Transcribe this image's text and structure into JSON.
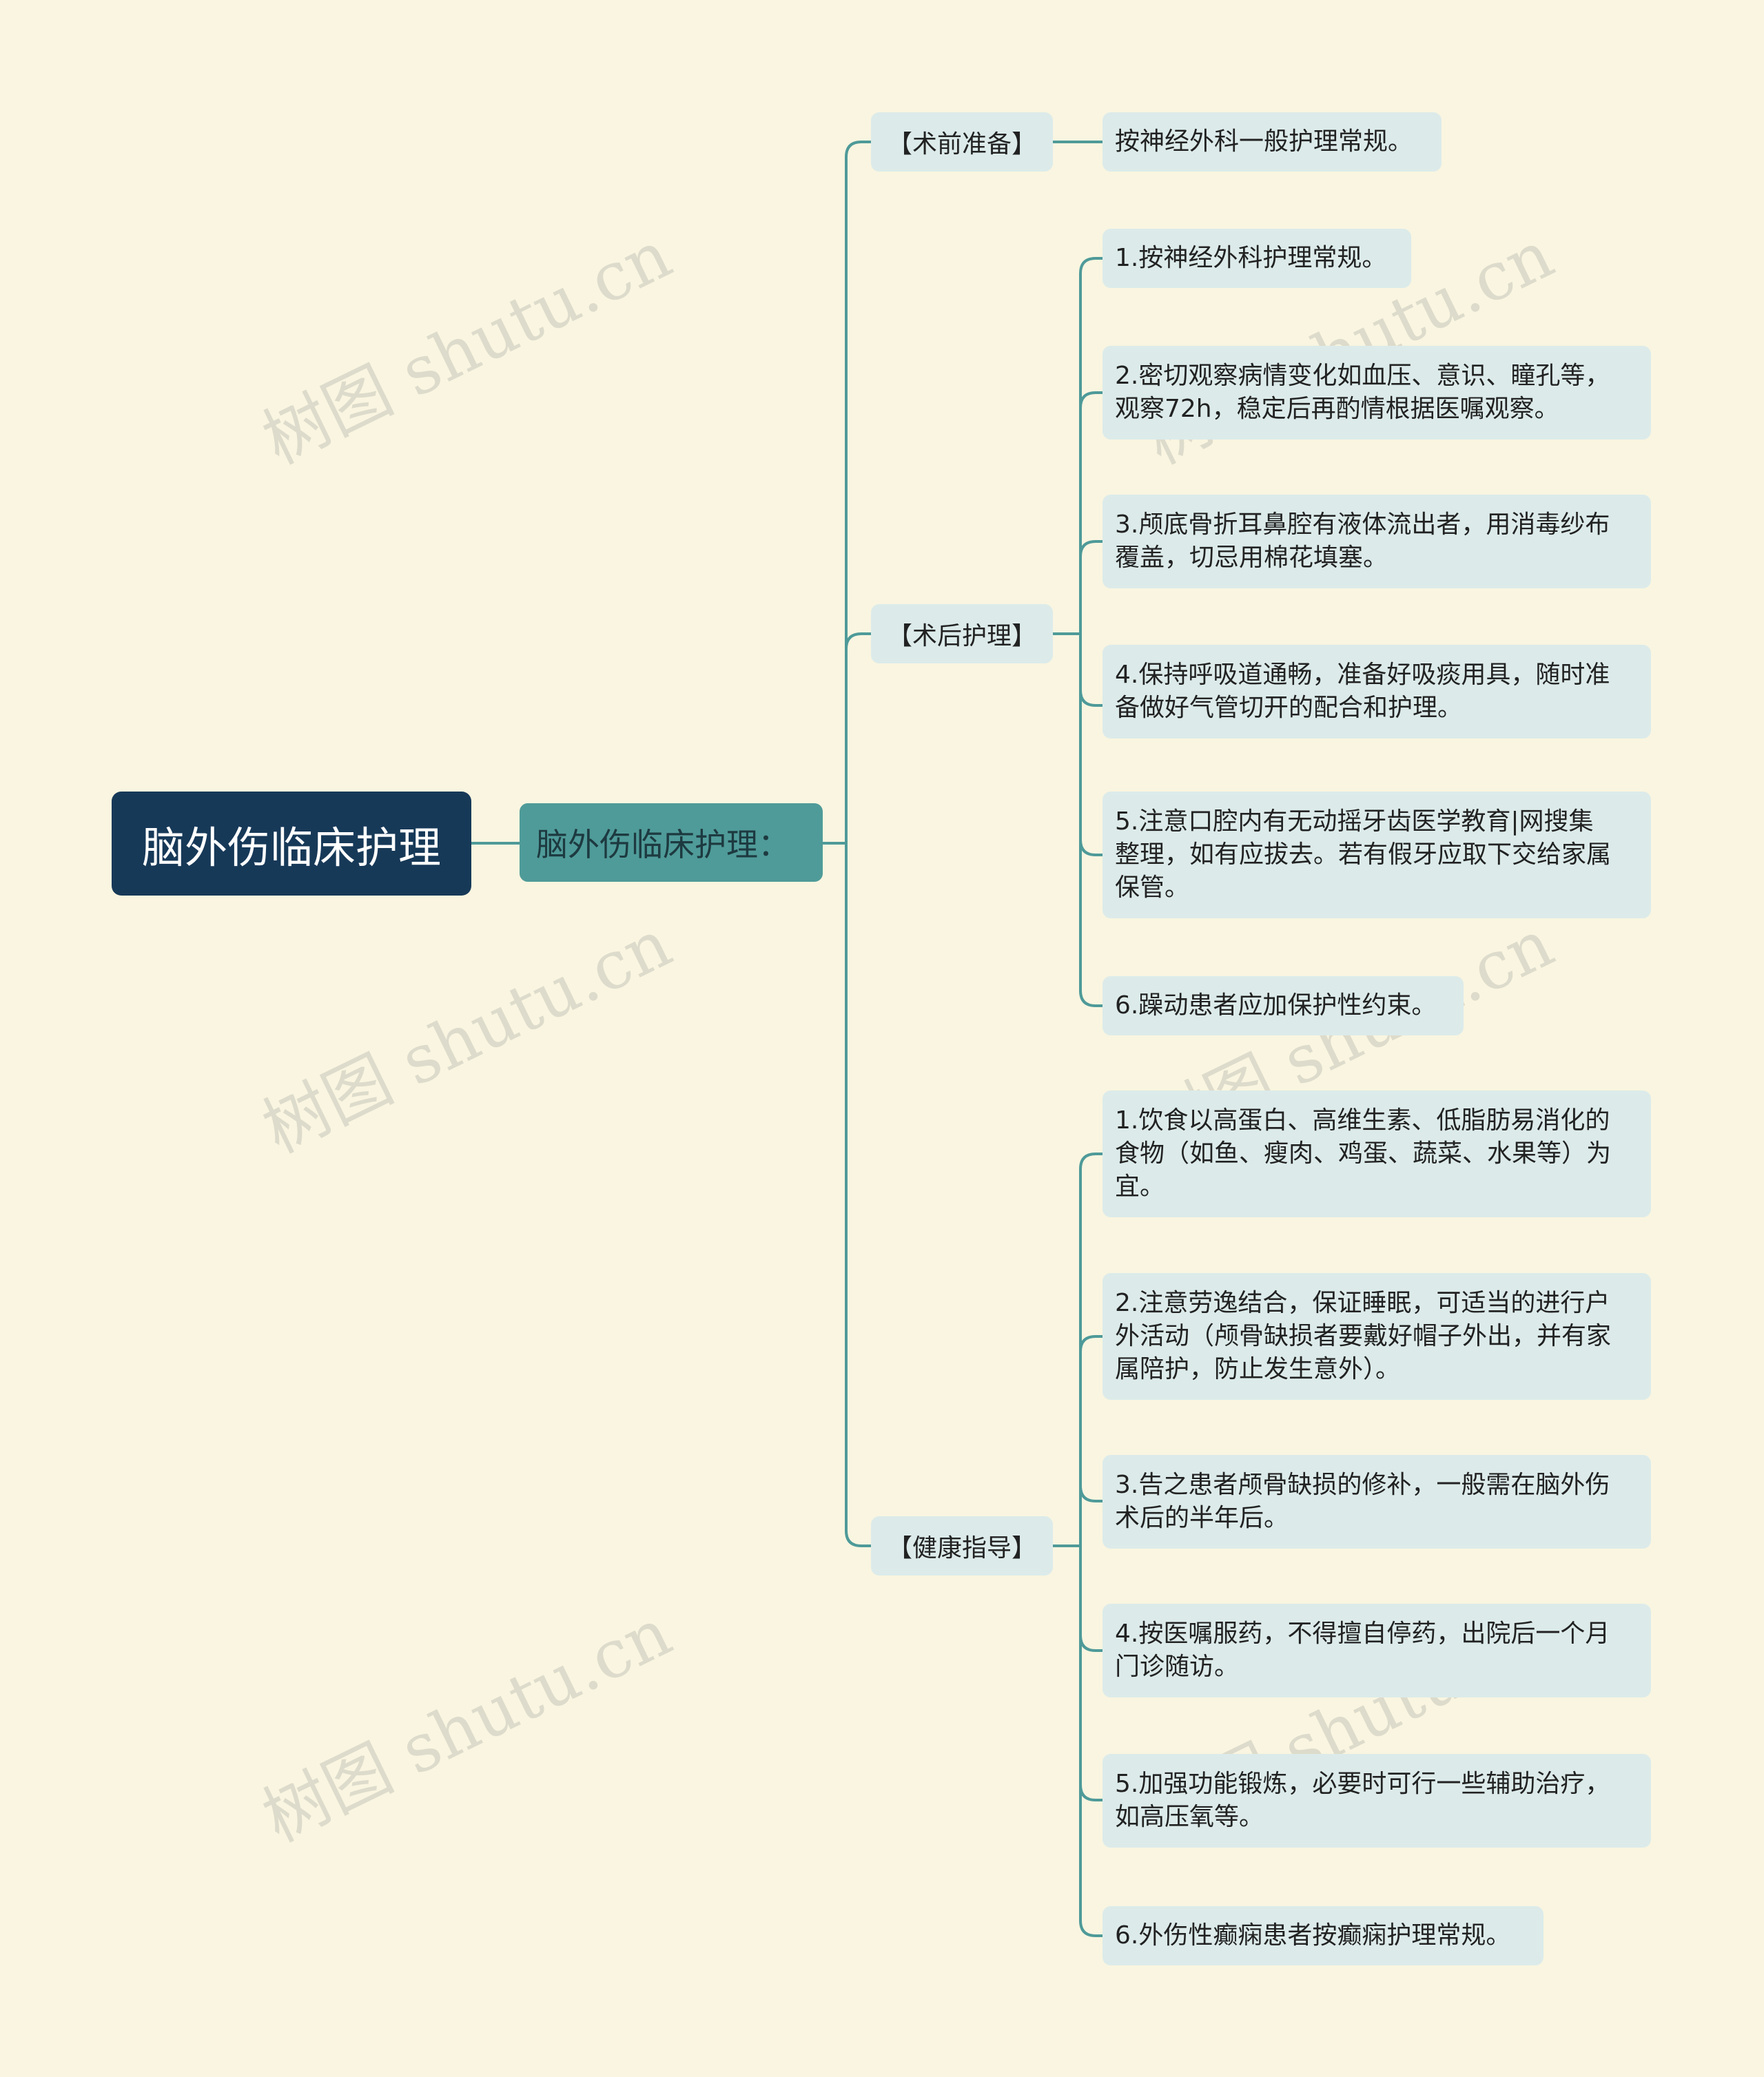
{
  "root": "脑外伤临床护理",
  "main": "脑外伤临床护理：",
  "categories": [
    {
      "label": "【术前准备】",
      "items": [
        "按神经外科一般护理常规。"
      ]
    },
    {
      "label": "【术后护理】",
      "items": [
        "1.按神经外科护理常规。",
        "2.密切观察病情变化如血压、意识、瞳孔等，\n观察72h，稳定后再酌情根据医嘱观察。",
        "3.颅底骨折耳鼻腔有液体流出者，用消毒纱布\n覆盖，切忌用棉花填塞。",
        "4.保持呼吸道通畅，准备好吸痰用具，随时准\n备做好气管切开的配合和护理。",
        "5.注意口腔内有无动摇牙齿医学教育|网搜集\n整理，如有应拔去。若有假牙应取下交给家属\n保管。",
        "6.躁动患者应加保护性约束。"
      ]
    },
    {
      "label": "【健康指导】",
      "items": [
        "1.饮食以高蛋白、高维生素、低脂肪易消化的\n食物（如鱼、瘦肉、鸡蛋、蔬菜、水果等）为\n宜。",
        "2.注意劳逸结合，保证睡眠，可适当的进行户\n外活动（颅骨缺损者要戴好帽子外出，并有家\n属陪护，防止发生意外）。",
        "3.告之患者颅骨缺损的修补，一般需在脑外伤\n术后的半年后。",
        "4.按医嘱服药，不得擅自停药，出院后一个月\n门诊随访。",
        "5.加强功能锻炼，必要时可行一些辅助治疗，\n如高压氧等。",
        "6.外伤性癫痫患者按癫痫护理常规。"
      ]
    }
  ],
  "watermark": "树图 shutu.cn",
  "colors": {
    "background": "#f9f5e0",
    "root": "#173958",
    "main": "#4f9b99",
    "node": "#dcebea",
    "connector": "#4e9a99"
  }
}
